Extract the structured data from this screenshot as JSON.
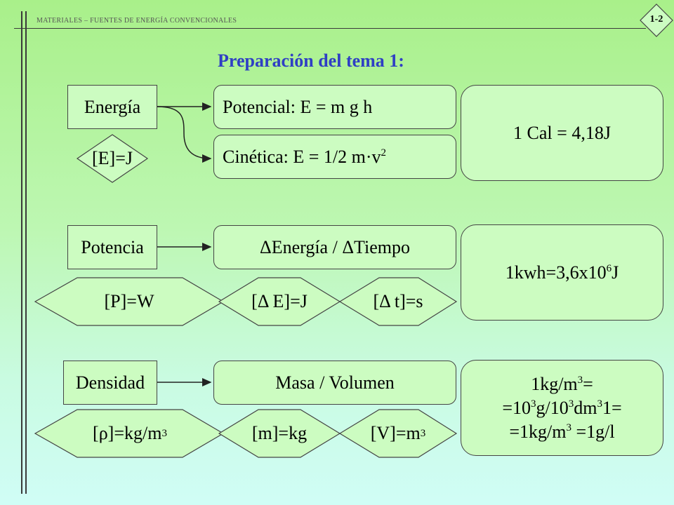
{
  "header": {
    "subject": "MATERIALES – FUENTES DE ENERGÍA CONVENCIONALES",
    "slide_number": "1-2"
  },
  "title": "Preparación del tema 1:",
  "energia": {
    "label": "Energía",
    "unit": "[E]=J",
    "potencial": "Potencial: E = m g h",
    "cinetica_prefix": "Cinética: E = 1/2 m·v",
    "cinetica_exp": "2",
    "conversion": "1 Cal = 4,18J"
  },
  "potencia": {
    "label": "Potencia",
    "unit": "[P]=W",
    "formula": "ΔEnergía / ΔTiempo",
    "unit_energy": "[Δ E]=J",
    "unit_time": "[Δ t]=s",
    "conversion_prefix": "1kwh=3,6x10",
    "conversion_exp": "6",
    "conversion_suffix": "J"
  },
  "densidad": {
    "label": "Densidad",
    "unit_prefix": "[ρ]=kg/m",
    "unit_exp": "3",
    "formula": "Masa / Volumen",
    "unit_mass": "[m]=kg",
    "unit_volume_prefix": "[V]=m",
    "unit_volume_exp": "3",
    "conv_line1_prefix": "1kg/m",
    "conv_line1_exp": "3",
    "conv_line1_suffix": "=",
    "conv_line2_a": "=10",
    "conv_line2_exp1": "3",
    "conv_line2_b": "g/10",
    "conv_line2_exp2": "3",
    "conv_line2_c": "dm",
    "conv_line2_exp3": "3",
    "conv_line2_d": "1=",
    "conv_line3_prefix": "=1kg/m",
    "conv_line3_exp": "3",
    "conv_line3_suffix": " =1g/l"
  },
  "colors": {
    "title": "#2f3fc4",
    "box_fill": "#ccfcc1",
    "badge_fill": "#ccfcc1"
  }
}
